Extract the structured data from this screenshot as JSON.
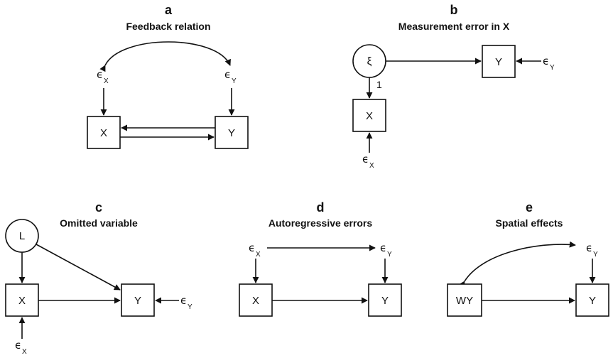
{
  "panels": {
    "a": {
      "letter": "a",
      "title": "Feedback relation",
      "node_x": "X",
      "node_y": "Y",
      "err_x": "ϵ",
      "err_x_sub": "X",
      "err_y": "ϵ",
      "err_y_sub": "Y"
    },
    "b": {
      "letter": "b",
      "title": "Measurement error in X",
      "latent": "ξ",
      "node_x": "X",
      "node_y": "Y",
      "loading": "1",
      "err_x": "ϵ",
      "err_x_sub": "X",
      "err_y": "ϵ",
      "err_y_sub": "Y"
    },
    "c": {
      "letter": "c",
      "title": "Omitted variable",
      "latent": "L",
      "node_x": "X",
      "node_y": "Y",
      "err_x": "ϵ",
      "err_x_sub": "X",
      "err_y": "ϵ",
      "err_y_sub": "Y"
    },
    "d": {
      "letter": "d",
      "title": "Autoregressive errors",
      "node_x": "X",
      "node_y": "Y",
      "err_x": "ϵ",
      "err_x_sub": "X",
      "err_y": "ϵ",
      "err_y_sub": "Y"
    },
    "e": {
      "letter": "e",
      "title": "Spatial effects",
      "node_wy": "WY",
      "node_y": "Y",
      "err_y": "ϵ",
      "err_y_sub": "Y"
    }
  }
}
